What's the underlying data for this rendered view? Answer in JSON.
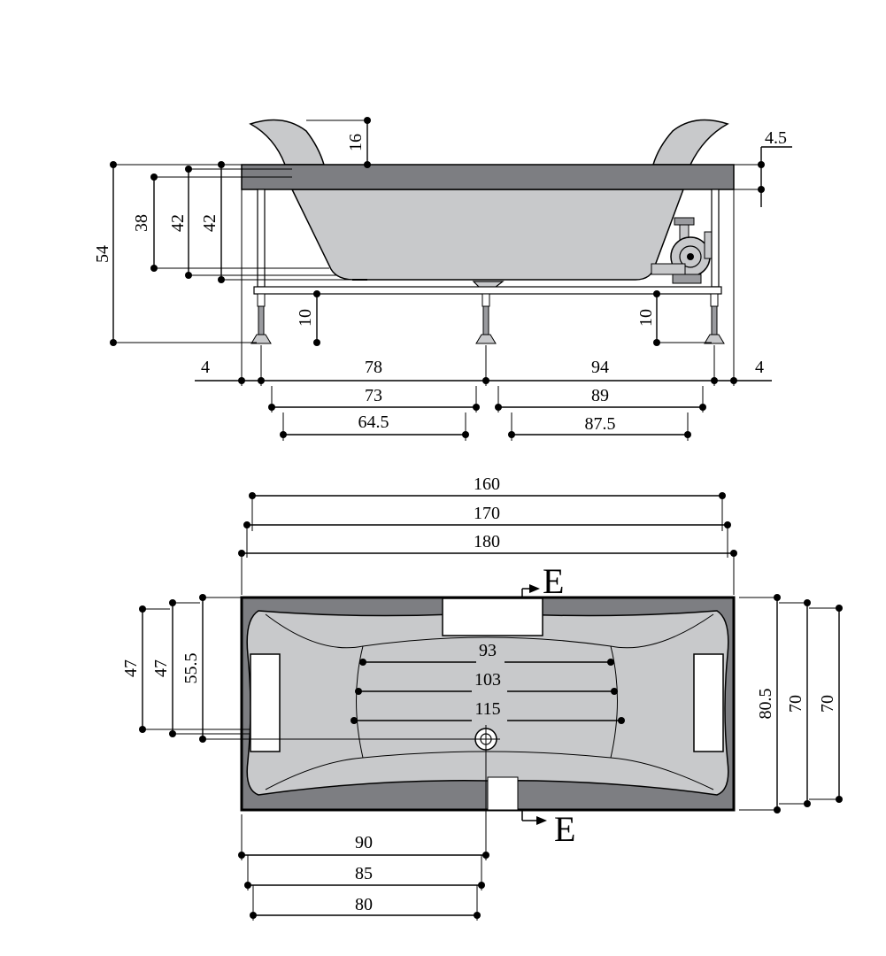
{
  "colors": {
    "rim": "#7d7e82",
    "basin": "#c8c9cb",
    "outline": "#000000",
    "background": "#ffffff"
  },
  "side_view": {
    "height_total": "54",
    "inner_depth_a": "38",
    "inner_depth_b": "42",
    "inner_depth_c": "42",
    "headrest_height": "16",
    "rim_thickness": "4.5",
    "leg_height_left": "10",
    "leg_height_right": "10",
    "edge_left": "4",
    "edge_right": "4",
    "span_left_78": "78",
    "span_right_94": "94",
    "span_left_73": "73",
    "span_right_89": "89",
    "span_left_64_5": "64.5",
    "span_right_87_5": "87.5"
  },
  "top_view": {
    "len_160": "160",
    "len_170": "170",
    "len_180": "180",
    "inner_93": "93",
    "inner_103": "103",
    "inner_115": "115",
    "left_47a": "47",
    "left_47b": "47",
    "left_55_5": "55.5",
    "right_80_5": "80.5",
    "right_70a": "70",
    "right_70b": "70",
    "bottom_90": "90",
    "bottom_85": "85",
    "bottom_80": "80",
    "section_top": "E",
    "section_bottom": "E"
  }
}
